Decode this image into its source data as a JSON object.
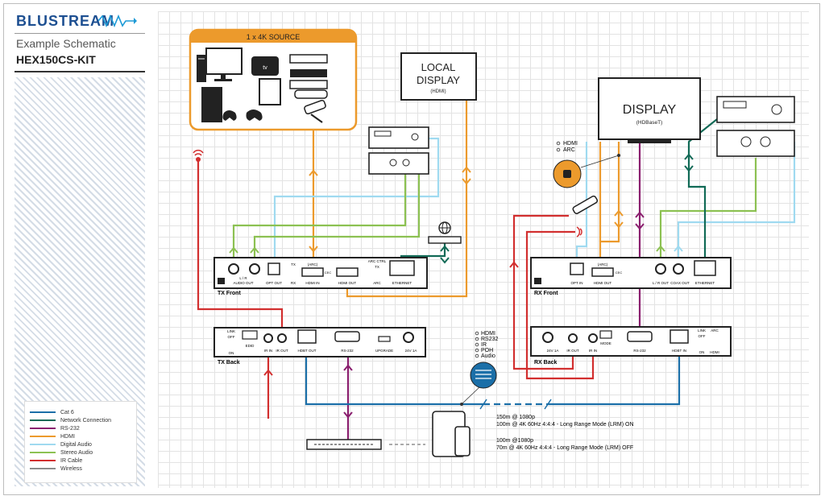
{
  "brand": {
    "name": "BLUSTREAM",
    "subtitle": "Example Schematic",
    "model": "HEX150CS-KIT"
  },
  "source_box": {
    "title": "1 x 4K SOURCE"
  },
  "local_display": {
    "title_line1": "LOCAL",
    "title_line2": "DISPLAY",
    "sub": "(HDMI)"
  },
  "display": {
    "title": "DISPLAY",
    "sub": "(HDBaseT)"
  },
  "tx_front": {
    "label": "TX Front",
    "ports": {
      "audio_out": "AUDIO OUT",
      "lr": "L / R",
      "opt_out": "OPT OUT",
      "tx": "TX",
      "rx": "RX",
      "arc": "(ARC)",
      "hdmi_in": "HDMI IN",
      "hdmi_out": "HDMI OUT",
      "arc_ctrl": "ARC CTRL",
      "arc_tx": "TX",
      "arc_arc": "ARC",
      "ethernet": "ETHERNET",
      "cec": "CEC"
    }
  },
  "tx_back": {
    "label": "TX Back",
    "ports": {
      "link": "LINK",
      "off": "OFF",
      "on": "ON",
      "edid": "EDID",
      "ir_in": "IR IN",
      "ir_out": "IR OUT",
      "hdbt_out": "HDBT OUT",
      "rs232": "RS-232",
      "upgrade": "UPGRADE",
      "power": "24V 1A"
    }
  },
  "rx_front": {
    "label": "RX Front",
    "ports": {
      "opt_in": "OPT IN",
      "arc": "(ARC)",
      "hdmi_out": "HDMI OUT",
      "cec": "CEC",
      "lr_out": "L / R OUT",
      "coax_out": "COAX OUT",
      "ethernet": "ETHERNET"
    }
  },
  "rx_back": {
    "label": "RX Back",
    "ports": {
      "power": "24V 1A",
      "ir_out": "IR OUT",
      "ir_in": "IR IN",
      "mode": "MODE",
      "rs232": "RS-232",
      "hdbt_in": "HDBT IN",
      "link": "LINK",
      "off": "OFF",
      "on": "ON",
      "arc": "ARC",
      "hdmi": "HDMI"
    }
  },
  "arc_callout": {
    "items": [
      "HDMI",
      "ARC"
    ]
  },
  "hdbt_callout": {
    "items": [
      "HDMI",
      "RS232",
      "IR",
      "POH",
      "Audio"
    ]
  },
  "range_notes": {
    "on_line1": "150m @ 1080p",
    "on_line2": "100m @ 4K 60Hz 4:4:4 - Long Range Mode (LRM) ON",
    "off_line1": "100m @1080p",
    "off_line2": "70m @ 4K 60Hz 4:4:4 - Long Range Mode (LRM) OFF"
  },
  "legend": [
    {
      "label": "Cat 6",
      "color": "#1b6fa8"
    },
    {
      "label": "Network Connection",
      "color": "#116a56"
    },
    {
      "label": "RS-232",
      "color": "#8a1e6e"
    },
    {
      "label": "HDMI",
      "color": "#ec9a2c"
    },
    {
      "label": "Digital Audio",
      "color": "#9fdaf0"
    },
    {
      "label": "Stereo Audio",
      "color": "#8cc152"
    },
    {
      "label": "IR Cable",
      "color": "#d22f2f"
    },
    {
      "label": "Wireless",
      "color": "#8c8c8c"
    }
  ],
  "colors": {
    "cat6": "#1b6fa8",
    "network": "#116a56",
    "rs232": "#8a1e6e",
    "hdmi": "#ec9a2c",
    "digital_audio": "#9fdaf0",
    "stereo_audio": "#8cc152",
    "ir": "#d22f2f",
    "wireless": "#8c8c8c",
    "brand": "#1d4f91"
  },
  "icons": [
    "tv-icon",
    "pc-tower-icon",
    "apple-tv-icon",
    "bluray-player-icon",
    "game-console-icon",
    "gamepad-icon",
    "xbox-icon",
    "satellite-receiver-icon",
    "cctv-camera-icon",
    "av-receiver-icon",
    "amplifier-icon",
    "network-switch-icon",
    "globe-icon",
    "remote-control-icon",
    "ir-emitter-icon",
    "tablet-icon",
    "phone-icon",
    "hdbaset-cable-icon"
  ]
}
